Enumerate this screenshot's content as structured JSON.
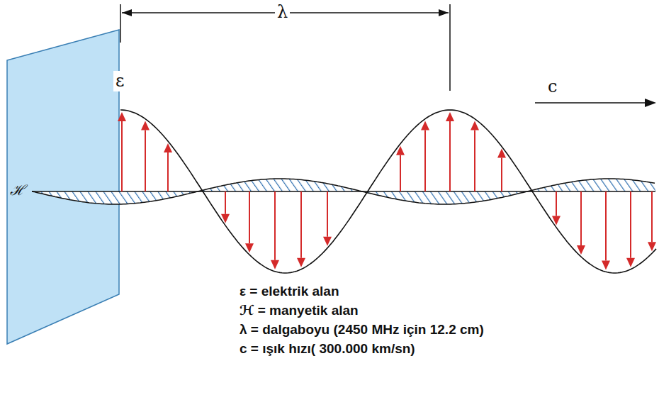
{
  "diagram": {
    "labels": [
      "λ",
      "c",
      "ε",
      "ℋ",
      "ε = elektrik alan",
      "ℋ = manyetik alan",
      "λ = dalgaboyu (2450 MHz için 12.2 cm)",
      "c = ışık hızı( 300.000 km/sn)"
    ]
  }
}
